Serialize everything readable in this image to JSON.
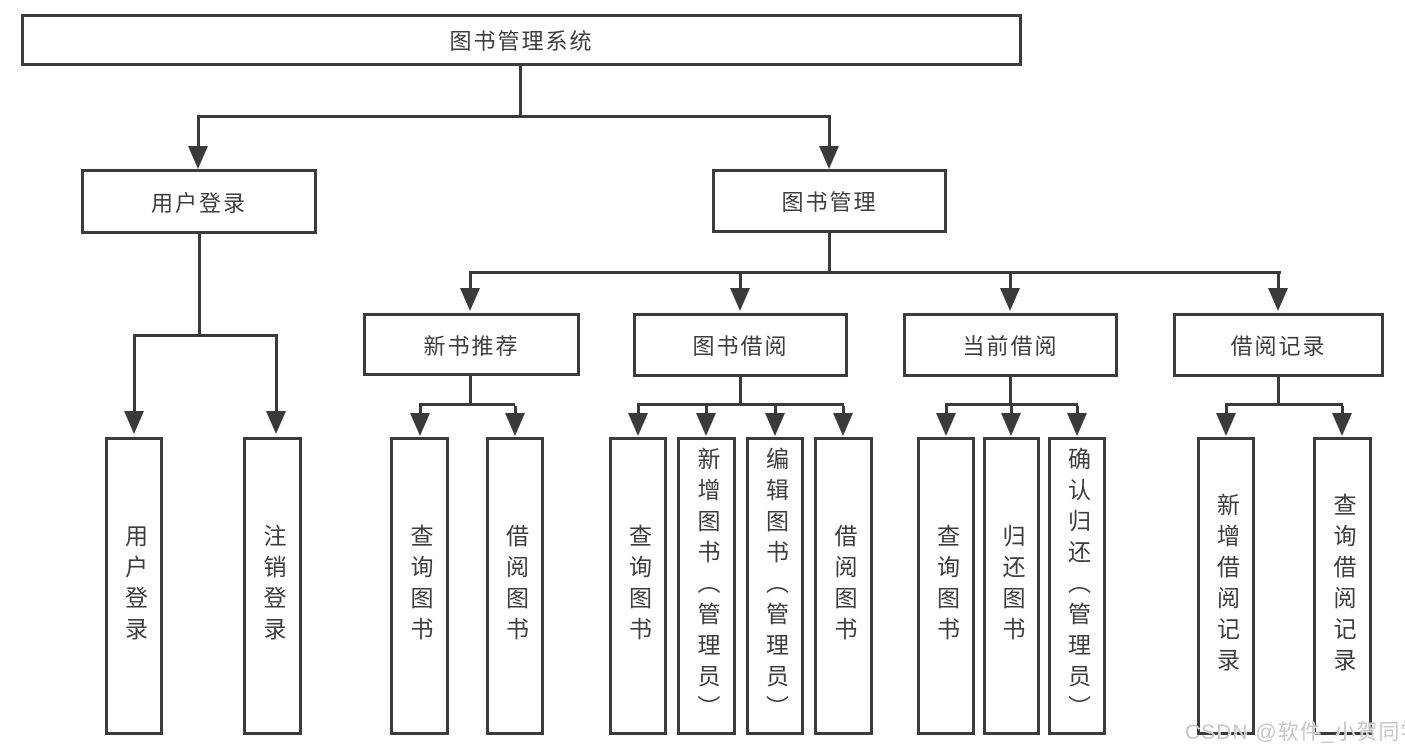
{
  "title": {
    "label": "图书管理系统"
  },
  "branches": {
    "user_login": {
      "label": "用户登录",
      "children": [
        {
          "label": "用户登录"
        },
        {
          "label": "注销登录"
        }
      ]
    },
    "book_mgmt": {
      "label": "图书管理",
      "children": [
        {
          "label": "新书推荐",
          "children": [
            {
              "label": "查询图书"
            },
            {
              "label": "借阅图书"
            }
          ]
        },
        {
          "label": "图书借阅",
          "children": [
            {
              "label": "查询图书"
            },
            {
              "label": "新增图书（管理员）"
            },
            {
              "label": "编辑图书（管理员）"
            },
            {
              "label": "借阅图书"
            }
          ]
        },
        {
          "label": "当前借阅",
          "children": [
            {
              "label": "查询图书"
            },
            {
              "label": "归还图书"
            },
            {
              "label": "确认归还（管理员）"
            }
          ]
        },
        {
          "label": "借阅记录",
          "children": [
            {
              "label": "新增借阅记录"
            },
            {
              "label": "查询借阅记录"
            }
          ]
        }
      ]
    }
  },
  "watermark": {
    "text": "CSDN @软件_小贺同学"
  },
  "colors": {
    "line": "#3a3a3a",
    "box_border": "#3b3b3b",
    "text": "#3d3d3d",
    "background": "#ffffff",
    "watermark": "#c7c7c7"
  }
}
